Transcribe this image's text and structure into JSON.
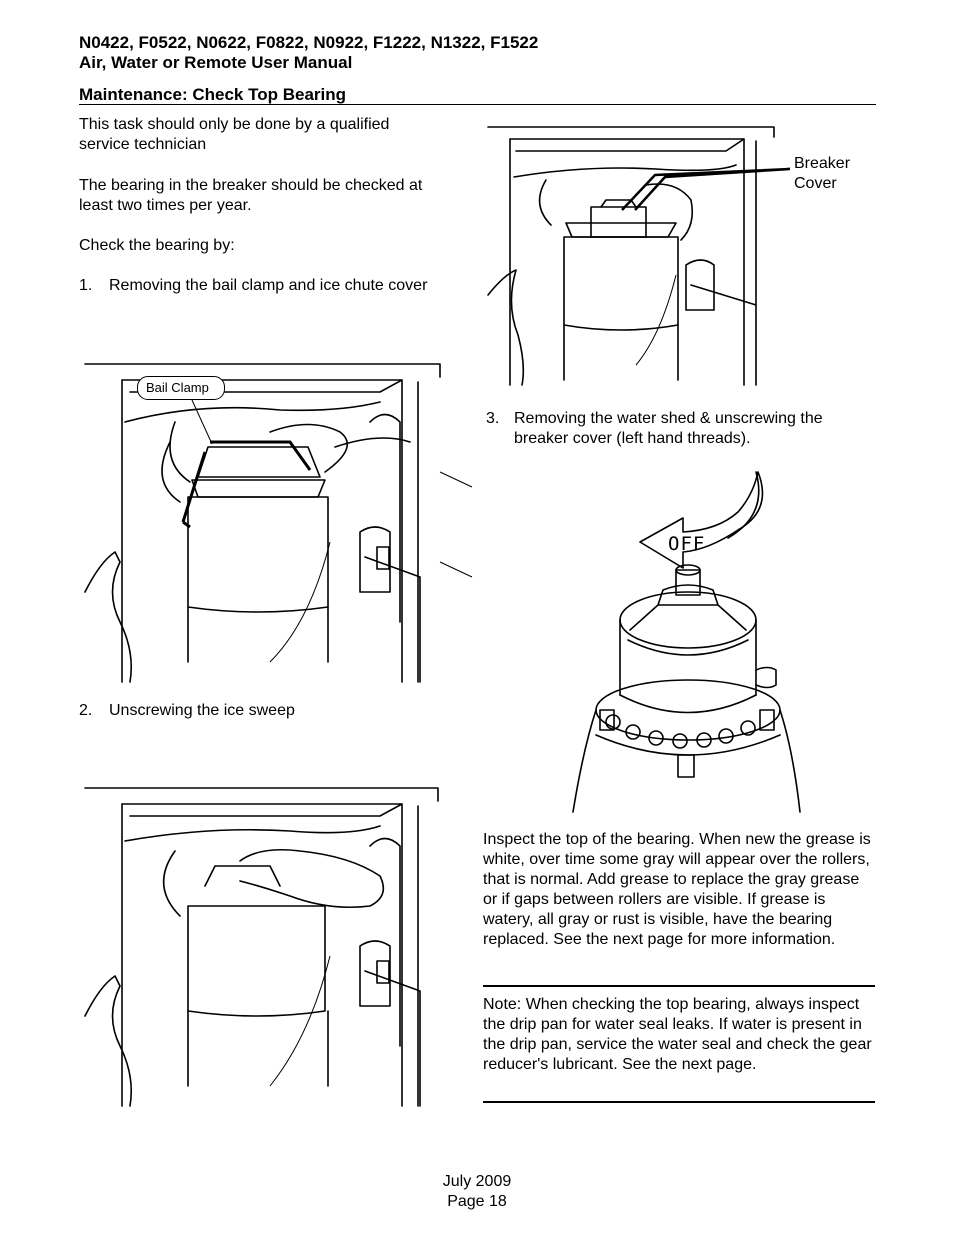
{
  "header": {
    "models": "N0422, F0522, N0622, F0822, N0922, F1222, N1322, F1522",
    "manual": "Air, Water or Remote User Manual",
    "section": "Maintenance: Check Top Bearing"
  },
  "left": {
    "p1": "This task should only be done by a qualified service technician",
    "p2": "The bearing in the breaker should be checked at least two times per year.",
    "p3": "Check the bearing by:",
    "step1_num": "1.",
    "step1": "Removing the bail clamp and ice chute cover",
    "bail_clamp_label": "Bail Clamp",
    "step2_num": "2.",
    "step2": "Unscrewing the ice sweep"
  },
  "right": {
    "breaker_label_1": "Breaker",
    "breaker_label_2": "Cover",
    "step3_num": "3.",
    "step3": "Removing the water shed & unscrewing the breaker cover (left hand threads).",
    "off_label": "OFF",
    "inspect": "Inspect the top of the bearing. When new the grease is white, over time some gray will appear over the rollers, that is normal. Add grease to replace the gray grease or if gaps between rollers are visible. If grease is watery, all gray or rust is visible, have the bearing replaced. See the next page for more information.",
    "note": "Note: When checking the top bearing, always inspect the drip pan for water seal leaks. If water is present in the drip pan, service the water seal and check the gear reducer's lubricant. See the next page."
  },
  "footer": {
    "date": "July 2009",
    "page": "Page 18"
  }
}
